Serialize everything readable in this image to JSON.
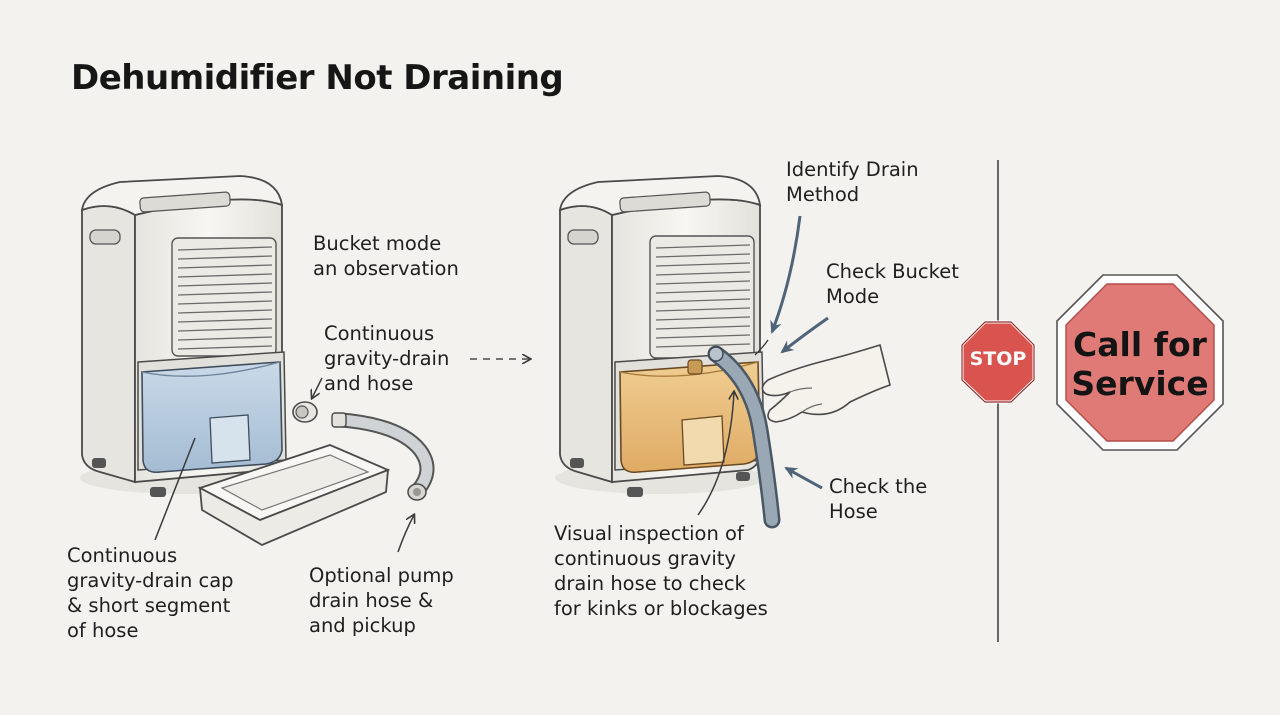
{
  "title": "Dehumidifier Not Draining",
  "left_panel": {
    "bucket_mode": "Bucket mode\nan observation",
    "gravity_drain": "Continuous\ngravity-drain\nand hose",
    "drain_cap": "Continuous\ngravity-drain cap\n& short segment\nof hose",
    "pump_hose": "Optional pump\ndrain hose &\nand pickup"
  },
  "right_panel": {
    "identify_drain": "Identify Drain\nMethod",
    "check_bucket": "Check Bucket\nMode",
    "check_hose": "Check the\nHose",
    "visual_inspection": "Visual inspection of\ncontinuous gravity\ndrain hose to check\nfor kinks or blockages"
  },
  "stop_sign": {
    "text": "STOP",
    "color": "#d9534f"
  },
  "service_sign": {
    "text": "Call for\nService",
    "color": "#e07a76"
  },
  "colors": {
    "background": "#f3f2ee",
    "bucket_left": "#b9cde0",
    "bucket_right": "#e9be7e",
    "unit_body": "#f4f3ef",
    "outline": "#4a4a4a"
  }
}
